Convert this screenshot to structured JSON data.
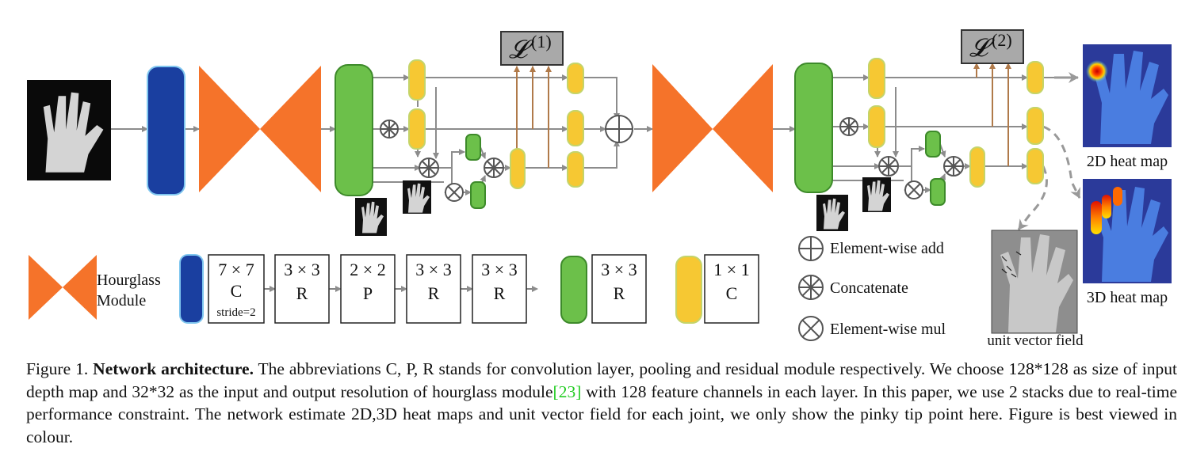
{
  "loss": {
    "first": {
      "base": "𝓛",
      "sup": "(1)"
    },
    "second": {
      "base": "𝓛",
      "sup": "(2)"
    }
  },
  "outputs": {
    "heatmap_2d": "2D heat map",
    "heatmap_3d": "3D heat map",
    "unit_vector": "unit vector field"
  },
  "legend": {
    "hourglass": [
      "Hourglass",
      "Module"
    ],
    "blue_block": [
      {
        "top": "7 × 7",
        "mid": "C",
        "sub": "stride=2"
      },
      {
        "top": "3 × 3",
        "mid": "R"
      },
      {
        "top": "2 × 2",
        "mid": "P"
      },
      {
        "top": "3 × 3",
        "mid": "R"
      },
      {
        "top": "3 × 3",
        "mid": "R"
      }
    ],
    "green_block": {
      "top": "3 × 3",
      "mid": "R"
    },
    "yellow_block": {
      "top": "1 × 1",
      "mid": "C"
    },
    "ops": {
      "add": "Element-wise add",
      "concat": "Concatenate",
      "mul": "Element-wise mul"
    }
  },
  "colors": {
    "blue": "#1a3fa0",
    "orange": "#f5732a",
    "green": "#6cc04a",
    "yellow": "#f6c833",
    "loss_box": "#a9a9a9",
    "loss_arrow": "#b07a4a",
    "line": "#8c8c8c"
  },
  "caption": {
    "label": "Figure 1.",
    "title": "Network architecture.",
    "text_1": " The abbreviations C, P, R stands for convolution layer, pooling and residual module respectively. We choose 128*128 as size of input depth map and 32*32 as the input and output resolution of hourglass module",
    "cite": "[23]",
    "text_2": " with 128 feature channels in each layer. In this paper, we use 2 stacks due to real-time performance constraint. The network estimate 2D,3D heat maps and unit vector field for each joint, we only show the pinky tip point here. Figure is best viewed in colour."
  }
}
